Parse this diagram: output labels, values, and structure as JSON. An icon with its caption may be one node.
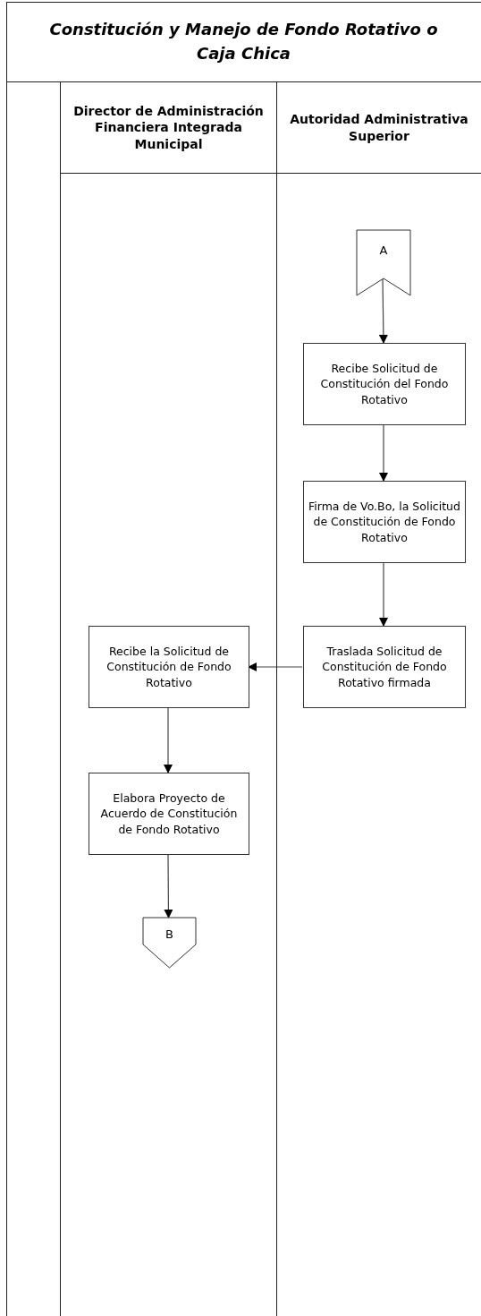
{
  "diagram": {
    "title": "Constitución y Manejo de Fondo Rotativo o Caja Chica",
    "nodes": [
      {
        "text": [
          "Director de Administración Financiera Integrada Municipal"
        ]
      },
      {
        "text": [
          "Autoridad Administrativa Superior"
        ]
      },
      {
        "text": [
          "A"
        ],
        "in": 1
      },
      {
        "text": [
          "Recibe Solicitud de Constitución del Fondo Rotativo"
        ],
        "in": 1
      },
      {
        "text": [
          "Firma de Vo.Bo, la Solicitud de Constitución de Fondo Rotativo"
        ],
        "in": 1
      },
      {
        "text": [
          "Traslada Solicitud de Constitución de Fondo Rotativo firmada"
        ],
        "in": 1
      },
      {
        "text": [
          "Recibe la Solicitud de Constitución de Fondo Rotativo"
        ],
        "in": 0
      },
      {
        "text": [
          "Elabora Proyecto de Acuerdo de Constitución de Fondo Rotativo"
        ],
        "in": 0
      },
      {
        "text": [
          "B"
        ],
        "in": 0
      }
    ],
    "edges": [
      {
        "from": 2,
        "to": 3,
        "arrow": "to"
      },
      {
        "from": 3,
        "to": 4,
        "arrow": "to"
      },
      {
        "from": 4,
        "to": 5,
        "arrow": "to"
      },
      {
        "from": 5,
        "to": 6,
        "arrow": "to"
      },
      {
        "from": 6,
        "to": 7,
        "arrow": "to"
      },
      {
        "from": 7,
        "to": 8,
        "arrow": "to"
      }
    ]
  }
}
